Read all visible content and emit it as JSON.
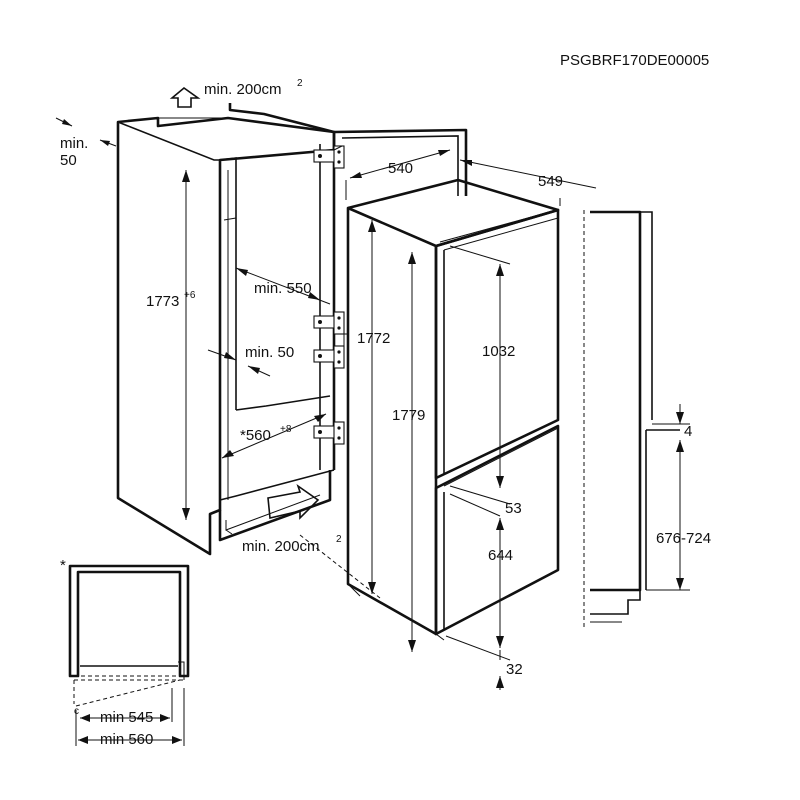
{
  "diagram": {
    "code": "PSGBRF170DE00005",
    "labels": {
      "vent_top": "min. 200cm",
      "vent_top_sup": "2",
      "gap_top_a": "min.",
      "gap_top_b": "50",
      "niche_height": "1773",
      "niche_height_sup": "+6",
      "depth_min": "min. 550",
      "side_gap": "min. 50",
      "niche_width": "*560",
      "niche_width_sup": "+8",
      "vent_bottom": "min. 200cm",
      "vent_bottom_sup": "2",
      "door_depth": "540",
      "appliance_depth": "549",
      "appliance_height": "1772",
      "total_height": "1779",
      "upper_door": "1032",
      "gap_doors": "53",
      "lower_door": "644",
      "bottom_gap": "32",
      "gap_4": "4",
      "range": "676-724",
      "inset_star": "*",
      "inset_c": "c",
      "inset_min545": "min 545",
      "inset_min560": "min 560"
    }
  }
}
